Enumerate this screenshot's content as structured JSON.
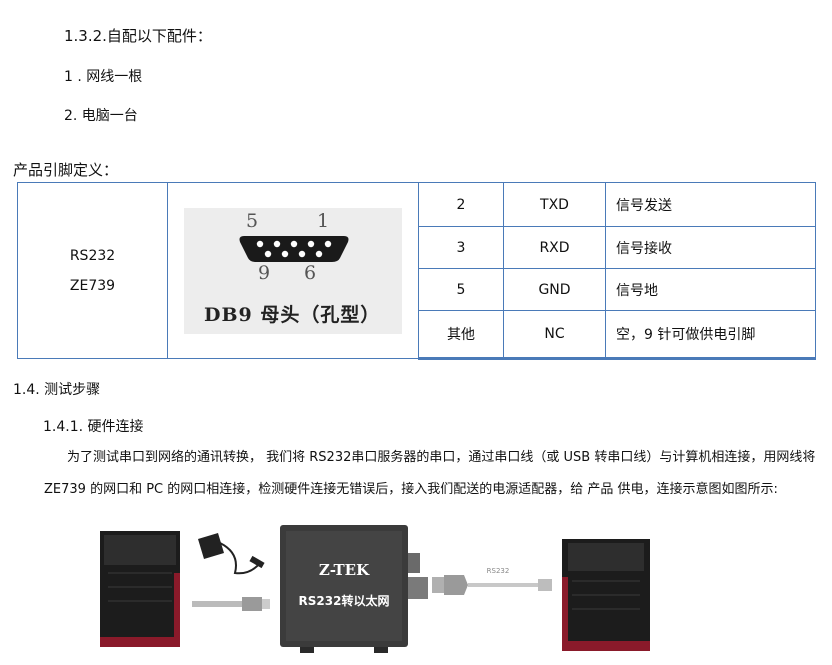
{
  "sec_132": "1.3.2.自配以下配件：",
  "item1": "1 . 网线一根",
  "item2": "2.  电脑一台",
  "pin_heading": "产品引脚定义：",
  "model_line1": "RS232",
  "model_line2": "ZE739",
  "connector": {
    "pin_top_left": "5",
    "pin_top_right": "1",
    "pin_bottom_left": "9",
    "pin_bottom_right": "6",
    "caption": "DB9 母头（孔型）"
  },
  "pins": [
    {
      "pin": "2",
      "signal": "TXD",
      "desc": "信号发送"
    },
    {
      "pin": "3",
      "signal": "RXD",
      "desc": "信号接收"
    },
    {
      "pin": "5",
      "signal": "GND",
      "desc": "信号地"
    },
    {
      "pin": "其他",
      "signal": "NC",
      "desc": "空，9 针可做供电引脚"
    }
  ],
  "sec_14": "1.4.   测试步骤",
  "sec_141": "1.4.1.  硬件连接",
  "para_line1": "为了测试串口到网络的通讯转换，  我们将 RS232串口服务器的串口，通过串口线（或 USB 转串口线）与计算机相连接，用网线将",
  "para_line2": "ZE739 的网口和 PC 的网口相连接，检测硬件连接无错误后，接入我们配送的电源适配器，给 产品 供电，连接示意图如图所示:",
  "device": {
    "brand": "Z-TEK",
    "label": "RS232转以太网",
    "cable_label": "RS232"
  }
}
